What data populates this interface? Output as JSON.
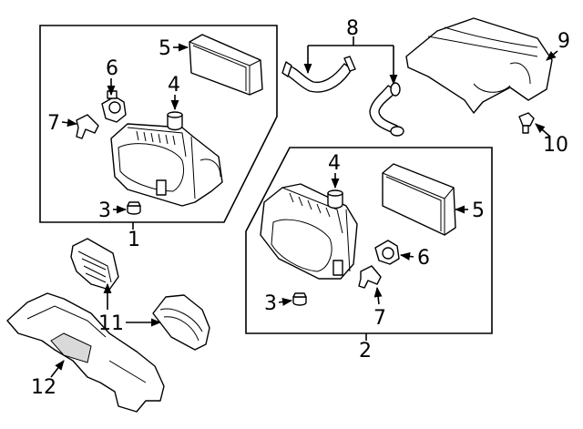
{
  "diagram": {
    "callouts": {
      "c1": "1",
      "c2": "2",
      "c3a": "3",
      "c3b": "3",
      "c4a": "4",
      "c4b": "4",
      "c5a": "5",
      "c5b": "5",
      "c6a": "6",
      "c6b": "6",
      "c7a": "7",
      "c7b": "7",
      "c8": "8",
      "c9": "9",
      "c10": "10",
      "c11": "11",
      "c12": "12"
    },
    "colors": {
      "line": "#000000",
      "background": "#ffffff",
      "shade": "#d9d9d9"
    }
  }
}
